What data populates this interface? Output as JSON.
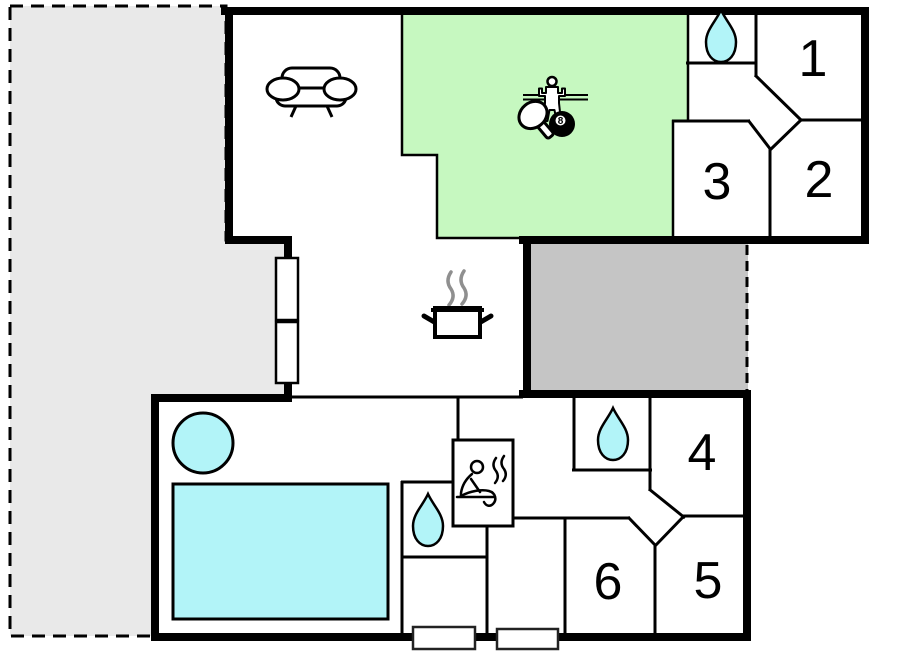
{
  "rooms": [
    {
      "number": "1"
    },
    {
      "number": "2"
    },
    {
      "number": "3"
    },
    {
      "number": "4"
    },
    {
      "number": "5"
    },
    {
      "number": "6"
    }
  ],
  "billiard_ball_label": "8",
  "colors": {
    "wall": "#000000",
    "terrace_fill": "#e9e9e9",
    "game_room_fill": "#c6f8c0",
    "annex_fill": "#c5c5c5",
    "water_fill": "#b2f4f8",
    "steam_gray": "#8f8f8f"
  },
  "icons": {
    "sofa": "sofa-icon",
    "foosball": "foosball-player-icon",
    "table_tennis": "table-tennis-paddle-icon",
    "billiards": "billiard-8-ball-icon",
    "cooking_pot": "cooking-pot-icon",
    "water_drop": "water-drop-icon",
    "sauna": "sauna-icon"
  }
}
